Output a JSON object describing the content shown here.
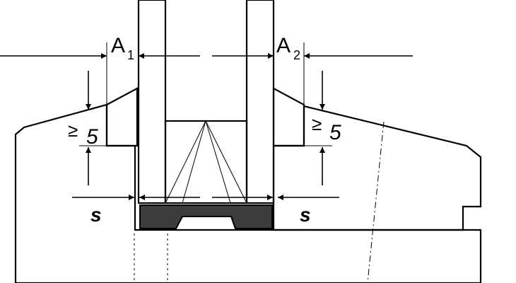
{
  "labels": {
    "a1_letter": "A",
    "a1_sub": "1",
    "a2_letter": "A",
    "a2_sub": "2",
    "ge_symbol": "≥",
    "min_value": "5",
    "s_label": "s"
  },
  "colors": {
    "line": "#000000",
    "seal_fill": "#3c3c3c",
    "background": "#ffffff"
  }
}
